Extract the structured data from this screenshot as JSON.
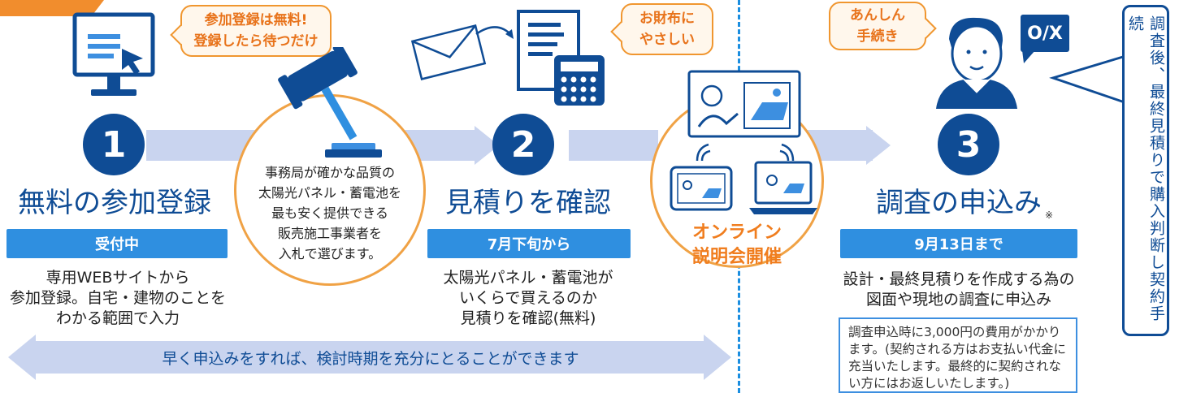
{
  "bubbles": {
    "step1": "参加登録は無料!\n登録したら待つだけ",
    "step2": "お財布に\nやさしい",
    "step3": "あんしん\n手続き"
  },
  "bid_circle": {
    "text": "事務局が確かな品質の\n太陽光パネル・蓄電池を\n最も安く提供できる\n販売施工事業者を\n入札で選びます。"
  },
  "online": {
    "text": "オンライン\n説明会開催"
  },
  "steps": [
    {
      "number": "1",
      "title": "無料の参加登録",
      "badge": "受付中",
      "desc": "専用WEBサイトから\n参加登録。自宅・建物のことを\nわかる範囲で入力"
    },
    {
      "number": "2",
      "title": "見積りを確認",
      "badge": "7月下旬から",
      "desc": "太陽光パネル・蓄電池が\nいくらで買えるのか\n見積りを確認(無料)"
    },
    {
      "number": "3",
      "title": "調査の申込み",
      "title_mark": "※",
      "badge": "9月13日まで",
      "desc": "設計・最終見積りを作成する為の\n図面や現地の調査に申込み"
    }
  ],
  "note": "調査申込時に3,000円の費用がかかります。(契約される方はお支払い代金に充当いたします。最終的に契約されない方にはお返しいたします。)",
  "vertical_note": "調査後、最終見積りで購入判断し契約手続",
  "bottom_arrow": "早く申込みをすれば、検討時期を充分にとることができます",
  "speech_symbol": "O/X",
  "colors": {
    "navy": "#0f4c95",
    "blue": "#2f8fe0",
    "orange": "#f0962f",
    "arrow": "#c9d4ef"
  }
}
